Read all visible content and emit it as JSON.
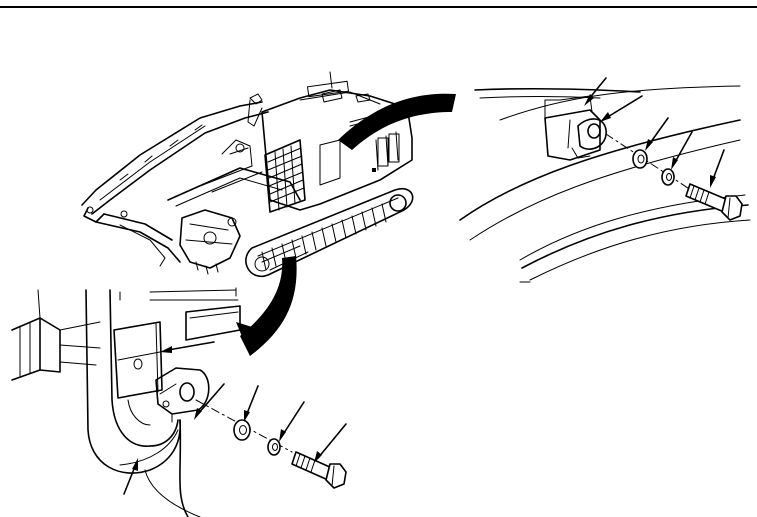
{
  "figure": {
    "colors": {
      "ink": "#000000",
      "paper": "#ffffff"
    },
    "views": [
      {
        "name": "excavator-overview"
      },
      {
        "name": "right-mount-detail",
        "parts": [
          "mounting-bracket",
          "bracket-hole",
          "flat-washer",
          "lock-washer",
          "cap-screw"
        ]
      },
      {
        "name": "left-mount-detail",
        "parts": [
          "mounting-bracket",
          "bracket-hole",
          "flat-washer",
          "lock-washer",
          "cap-screw",
          "guard-rail"
        ]
      }
    ]
  }
}
